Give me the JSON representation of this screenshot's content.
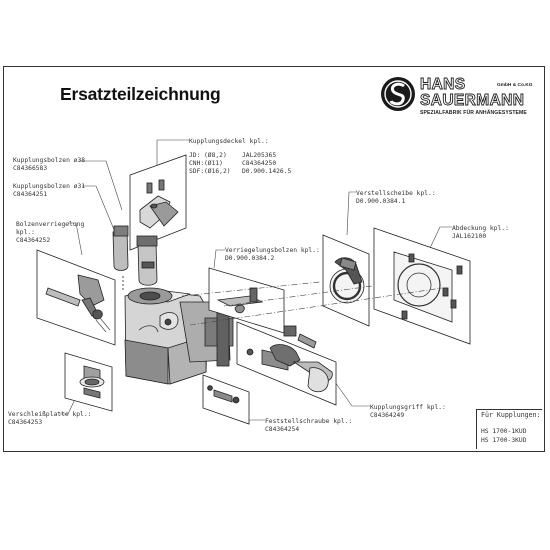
{
  "title": "Ersatzteilzeichnung",
  "logo": {
    "line1": "HANS",
    "line2": "SAUERMANN",
    "company_suffix": "GmbH & Co.KG",
    "tagline": "SPEZIALFABRIK FÜR ANHÄNGESYSTEME"
  },
  "parts": {
    "kupplungsdeckel": {
      "label": "Kupplungsdeckel kpl.:",
      "rows": [
        {
          "make": "JD:",
          "size": "(Ø8,2)",
          "number": "JAL205365"
        },
        {
          "make": "CNH:",
          "size": "(Ø11)",
          "number": "C84364250"
        },
        {
          "make": "SDF:",
          "size": "(Ø16,2)",
          "number": "D0.900.1426.5"
        }
      ]
    },
    "kupplungsbolzen_38": {
      "label": "Kupplungsbolzen ø38",
      "number": "C84366583"
    },
    "kupplungsbolzen_31": {
      "label": "Kupplungsbolzen ø31",
      "number": "C84364251"
    },
    "bolzenverriegelung": {
      "label1": "Bolzenverriegelung",
      "label2": "kpl.:",
      "number": "C84364252"
    },
    "verstellscheibe": {
      "label": "Verstellscheibe kpl.:",
      "number": "D0.900.0384.1"
    },
    "abdeckung": {
      "label": "Abdeckung kpl.:",
      "number": "JAL162100"
    },
    "verriegelungsbolzen": {
      "label": "Verriegelungsbolzen kpl.:",
      "number": "D0.900.0384.2"
    },
    "verschleissplatte": {
      "label": "Verschleißplatte kpl.:",
      "number": "C84364253"
    },
    "feststellschraube": {
      "label": "Feststellschraube kpl.:",
      "number": "C84364254"
    },
    "kupplungsgriff": {
      "label": "Kupplungsgriff kpl.:",
      "number": "C84364249"
    }
  },
  "models": {
    "heading": "Für Kupplungen:",
    "items": [
      "HS 1700-1KUD",
      "HS 1700-3KUD"
    ]
  }
}
